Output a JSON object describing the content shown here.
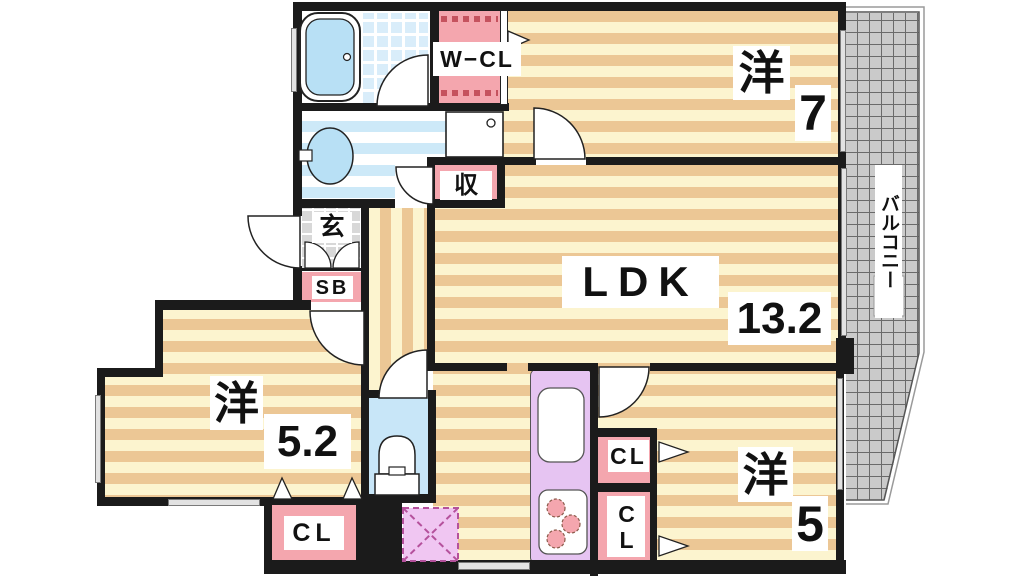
{
  "rooms": {
    "western7": {
      "kanji": "洋",
      "size": "7"
    },
    "ldk": {
      "label": "LDK",
      "size": "13.2"
    },
    "western52": {
      "kanji": "洋",
      "size": "5.2"
    },
    "western5": {
      "kanji": "洋",
      "size": "5"
    },
    "walkin_closet": {
      "label": "W−CL"
    },
    "storage": {
      "label": "収"
    },
    "entrance": {
      "label": "玄"
    },
    "shoe_box": {
      "label": "SB"
    },
    "closet_west": {
      "label": "CL"
    },
    "closet_mid": {
      "label": "CL"
    },
    "closet_south": {
      "label": "CL"
    },
    "balcony": {
      "label": "バルコニー"
    }
  },
  "colors": {
    "wood_light": "#FCF4CF",
    "wood_dark": "#ECC795",
    "room_pink": "#F4A6AE",
    "bath_tile_blue": "#D9EDFA",
    "fixture_blue": "#B8E0F5",
    "washroom_stripe_blue": "#CDE9F8",
    "toilet_blue": "#C8E6F8",
    "counter_purple": "#E6C4F2",
    "fridge_purple": "#F0C6F2",
    "balcony_gray": "#CACACA",
    "entrance_tile_gray": "#D8D8D8",
    "wall_black": "#1B1B1B"
  }
}
